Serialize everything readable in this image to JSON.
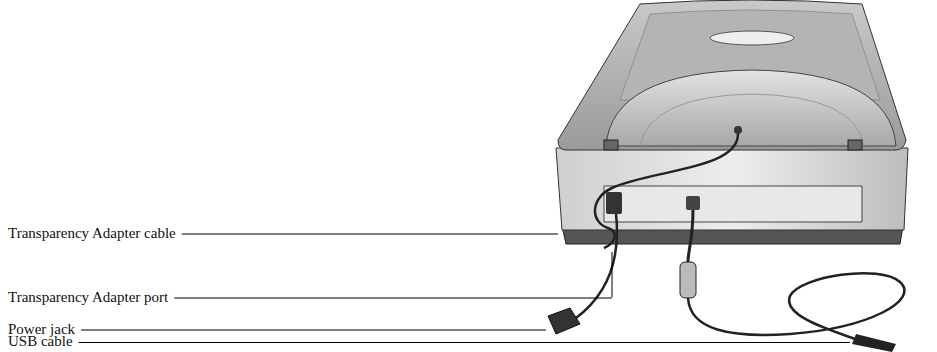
{
  "diagram": {
    "labels": [
      "Transparency Adapter cable",
      "Transparency Adapter port",
      "Power jack",
      "USB cable"
    ]
  }
}
